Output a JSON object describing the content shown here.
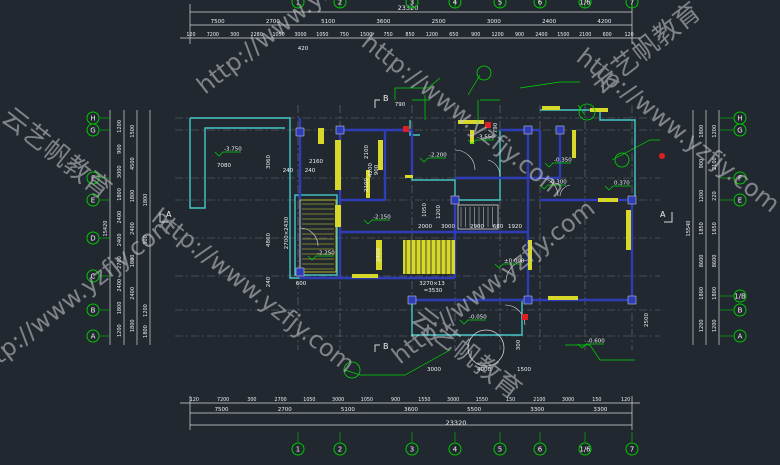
{
  "colors": {
    "background": "#212830",
    "dim_line": "#d8d8d8",
    "dim_text": "#f0f0f0",
    "grid": "#6e7278",
    "axis_bubble": "#00c800",
    "wall": "#2f3cb8",
    "wall_outline": "#45c8c8",
    "window": "#d8d82a",
    "leader": "#00d800",
    "watermark": "#cfcfcf",
    "red_tag": "#e02020"
  },
  "top_dims": {
    "total": "23320",
    "row1": [
      "7500",
      "2700",
      "5100",
      "3600",
      "2500",
      "3000",
      "2400",
      "4200"
    ],
    "row2": [
      "120",
      "7200",
      "300",
      "2280",
      "1050",
      "3000",
      "1050",
      "750",
      "1500",
      "750",
      "850",
      "1200",
      "650",
      "900",
      "1200",
      "900",
      "2400",
      "1500",
      "2100",
      "600",
      "120"
    ],
    "small": "420"
  },
  "bottom_dims": {
    "total": "23320",
    "row1": [
      "120",
      "7200",
      "300",
      "2700",
      "1050",
      "3000",
      "1050",
      "900",
      "1550",
      "3000",
      "1550",
      "150",
      "2100",
      "3000",
      "150",
      "120"
    ],
    "row2": [
      "7500",
      "2700",
      "5100",
      "3600",
      "5500",
      "3300",
      "3300"
    ]
  },
  "left_dims": {
    "total": "15420",
    "col1": [
      "1200",
      "900",
      "3000",
      "1800",
      "2400",
      "2400",
      "2700",
      "2400",
      "1800",
      "1200"
    ],
    "col2": [
      "1500",
      "4500",
      "1800",
      "2400",
      "1800",
      "2400",
      "1800"
    ],
    "col3": [
      "1800",
      "300"
    ],
    "col4": [
      "1200",
      "1800"
    ]
  },
  "right_dims": {
    "total": "15540",
    "col1": [
      "1800",
      "900",
      "1200",
      "1850",
      "8600",
      "1800",
      "1200"
    ],
    "col2": [
      "1200",
      "2100",
      "220",
      "1650",
      "8600",
      "1800",
      "1200"
    ]
  },
  "grid_rows": [
    "H",
    "G",
    "F",
    "E",
    "D",
    "C",
    "B",
    "A"
  ],
  "grid_rows_right": [
    "H",
    "G",
    "F",
    "E",
    "1/B",
    "B",
    "A"
  ],
  "grid_cols_top": [
    "1",
    "2",
    "3",
    "4",
    "5",
    "6",
    "1/6",
    "7"
  ],
  "grid_cols_bottom": [
    "1",
    "2",
    "3",
    "4",
    "5",
    "6",
    "1/6",
    "7"
  ],
  "elevations": [
    "-3.750",
    "-2.200",
    "-3.550",
    "-0.350",
    "-0.300",
    "0.370",
    "-2.150",
    "-2.250",
    "±0.000",
    "-0.050",
    "-0.600"
  ],
  "room_dims": [
    "7080",
    "2160",
    "240",
    "240",
    "2100",
    "3060",
    "4200",
    "4860",
    "2700×2430",
    "1200",
    "1050",
    "2100",
    "2400",
    "900",
    "2000",
    "3000",
    "2900",
    "680",
    "1920",
    "3270×13",
    "=3530",
    "790",
    "790",
    "600",
    "240",
    "2500",
    "3000",
    "4000",
    "1500",
    "300"
  ],
  "section_marks": [
    "B",
    "B",
    "A",
    "A"
  ],
  "watermark_text": "http://www.yzfjy.com",
  "watermark_cn": "云艺帆教育"
}
